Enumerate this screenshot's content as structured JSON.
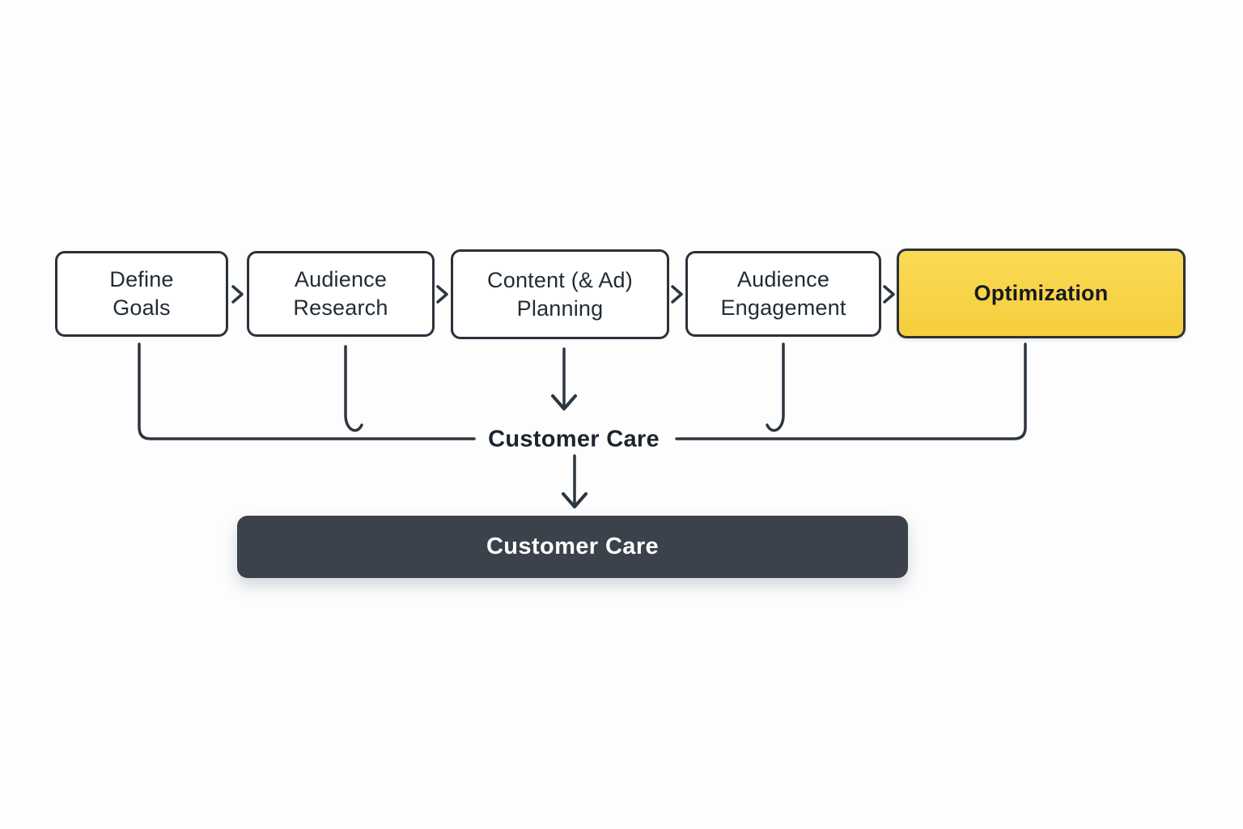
{
  "colors": {
    "background": "#fdfdfd",
    "box_fill": "#ffffff",
    "box_border": "#2a323c",
    "box_text": "#222c35",
    "connector_line": "#2d3640",
    "highlight_fill": "#f8d24b",
    "highlight_text": "#161b21",
    "bar_fill": "#3b424b",
    "bar_text": "#ffffff"
  },
  "stages": [
    {
      "line1": "Define",
      "line2": "Goals",
      "highlighted": false
    },
    {
      "line1": "Audience",
      "line2": "Research",
      "highlighted": false
    },
    {
      "line1": "Content (& Ad)",
      "line2": "Planning",
      "highlighted": false
    },
    {
      "line1": "Audience",
      "line2": "Engagement",
      "highlighted": false
    },
    {
      "line1": "Optimization",
      "line2": "",
      "highlighted": true
    }
  ],
  "connector_label": "Customer Care",
  "bottom_bar": {
    "label": "Customer Care"
  }
}
